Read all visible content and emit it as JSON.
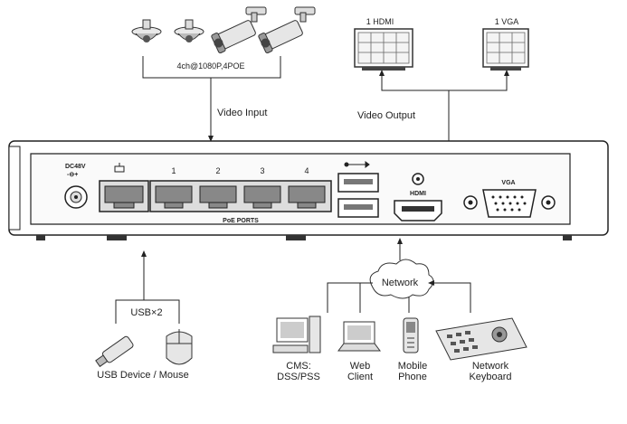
{
  "cameras": {
    "spec": "4ch@1080P,4POE"
  },
  "video_input_label": "Video Input",
  "video_output_label": "Video Output",
  "monitors": {
    "hdmi": "1 HDMI",
    "vga": "1 VGA"
  },
  "panel": {
    "dc_label": "DC48V",
    "dc_polarity": "-⊖+",
    "port_numbers": [
      "1",
      "2",
      "3",
      "4"
    ],
    "poe_label": "PoE PORTS",
    "hdmi_label": "HDMI",
    "vga_label": "VGA"
  },
  "usb": {
    "count_label": "USB×2",
    "device_label": "USB Device / Mouse"
  },
  "network": {
    "cloud_label": "Network",
    "cms_label_1": "CMS:",
    "cms_label_2": "DSS/PSS",
    "web_label_1": "Web",
    "web_label_2": "Client",
    "phone_label_1": "Mobile",
    "phone_label_2": "Phone",
    "keyboard_label_1": "Network",
    "keyboard_label_2": "Keyboard"
  }
}
